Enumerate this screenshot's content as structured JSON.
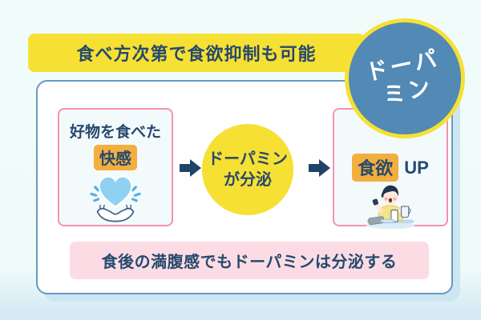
{
  "header": {
    "title": "食べ方次第で食欲抑制も可能"
  },
  "badge": {
    "line1": "ドーパ",
    "line2": "ミン"
  },
  "flow": {
    "left_card": {
      "line1": "好物を食べた",
      "highlight": "快感",
      "icon": "heart-in-hands-icon"
    },
    "center_circle": {
      "line1": "ドーパミン",
      "line2": "が分泌"
    },
    "right_card": {
      "highlight": "食欲",
      "suffix": "UP",
      "icon": "person-eating-icon"
    },
    "arrow_icon": "right-arrow-icon"
  },
  "footer": {
    "note": "食後の満腹感でもドーパミンは分泌する"
  },
  "colors": {
    "accent_yellow": "#f6e033",
    "badge_blue": "#5289b5",
    "navy_text": "#26496e",
    "highlight_orange": "#f2ae3e",
    "pink_border": "#f591ae",
    "pink_note_bg": "#fbdce4",
    "panel_border_blue": "#6699c2",
    "panel_shadow": "#cee6f1",
    "card_bg": "#f3fafc",
    "heart_blue": "#8ed1f3",
    "background_top": "#f1fcfa",
    "background_bottom": "#d4eaf4"
  }
}
